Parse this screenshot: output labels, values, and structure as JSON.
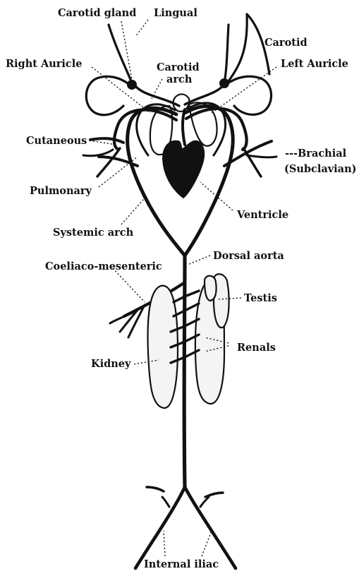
{
  "labels": {
    "carotid_gland": "Carotid gland",
    "lingual": "Lingual",
    "carotid": "Carotid",
    "right_auricle": "Right Auricle",
    "carotid_arch_line1": "Carotid",
    "carotid_arch_line2": "arch",
    "left_auricle": "Left Auricle",
    "cutaneous": "Cutaneous",
    "brachial": "---Brachial",
    "subclavian": "(Subclavian)",
    "pulmonary": "Pulmonary",
    "ventricle": "Ventricle",
    "systemic_arch": "Systemic arch",
    "dorsal_aorta": "Dorsal aorta",
    "coeliaco_mesenteric": "Coeliaco-mesenteric",
    "testis": "Testis",
    "renals": "Renals",
    "kidney": "Kidney",
    "internal_iliac": "Internal iliac"
  }
}
